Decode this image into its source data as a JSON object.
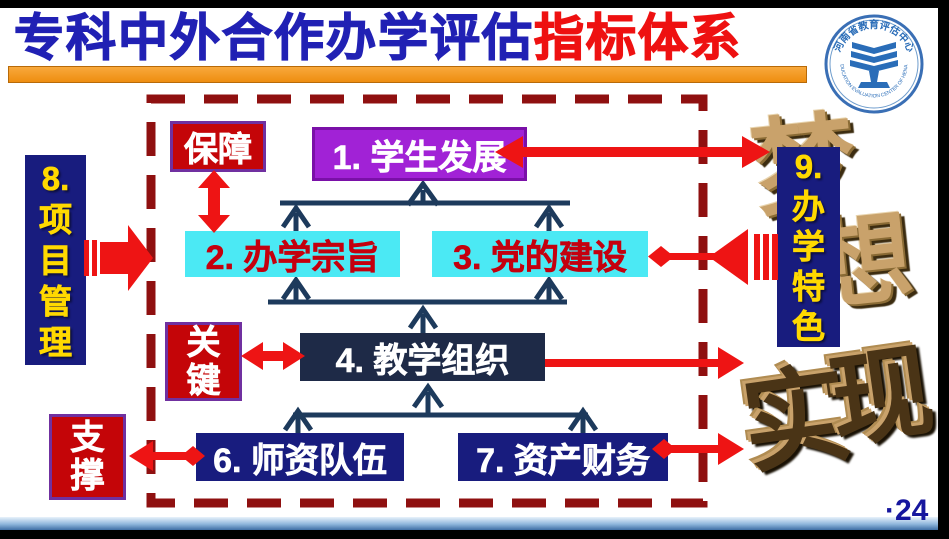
{
  "slide": {
    "title_blue": "专科中外合作办学评估",
    "title_red": "指标体系",
    "page_number": "·24"
  },
  "logo": {
    "cn": "河南省教育评估中心",
    "en": "EDUCATION EVALUATION CENTER OF HENAN"
  },
  "boxes": {
    "b1": {
      "label": "1. 学生发展"
    },
    "b2": {
      "label": "2. 办学宗旨"
    },
    "b3": {
      "label": "3. 党的建设"
    },
    "b4": {
      "label": "4. 教学组织"
    },
    "b6": {
      "label": "6. 师资队伍"
    },
    "b7": {
      "label": "7. 资产财务"
    },
    "b8": {
      "label": "8.\n项\n目\n管\n理"
    },
    "b9": {
      "label": "9.\n办\n学\n特\n色"
    },
    "baozhang": {
      "label": "保障"
    },
    "guanjian": {
      "label": "关\n键"
    },
    "zhicheng": {
      "label": "支\n撑"
    }
  },
  "ghost": {
    "char1": "梦",
    "char2": "想",
    "bottom1": "实",
    "bottom2": "现"
  },
  "colors": {
    "title_blue": "#2121b4",
    "title_red": "#ee1111",
    "orange_bar": "#f0921e",
    "dashed_border": "#8f1010",
    "box_purple": "#a122d6",
    "box_cyan": "#4be9f4",
    "box_navy": "#181c7e",
    "box_dark_navy": "#1e2a47",
    "box_red": "#c40508",
    "arrow_red": "#ee1414",
    "arrow_navy": "#1d3a5c",
    "side_text_yellow": "#ffd900",
    "ghost_tan": "#c9a26b"
  }
}
